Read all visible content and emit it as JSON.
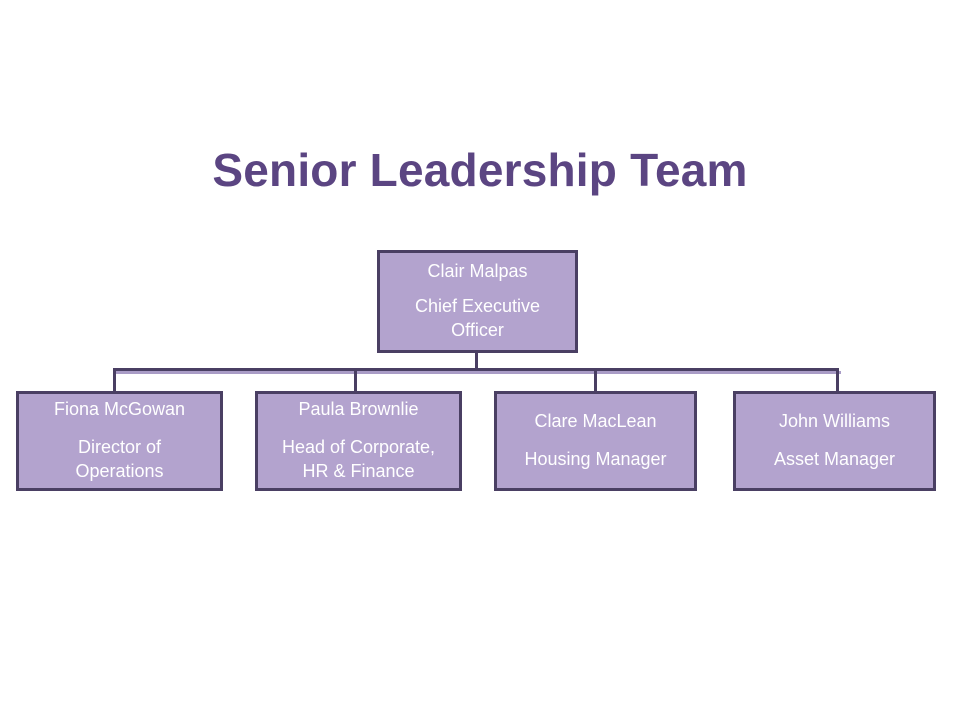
{
  "page": {
    "title": "Senior Leadership Team",
    "background_color": "#ffffff",
    "title_color": "#5b4582",
    "node_fill_color": "#b3a3ce",
    "node_border_color": "#4a3f63",
    "node_text_color": "#ffffff",
    "connector_color": "#4a3f63"
  },
  "chart_data": {
    "type": "org-chart",
    "title": "Senior Leadership Team",
    "root": {
      "name": "Clair Malpas",
      "role_lines": [
        "Chief Executive",
        "Officer"
      ],
      "role": "Chief Executive Officer"
    },
    "children": [
      {
        "name": "Fiona McGowan",
        "role_lines": [
          "Director of",
          "Operations"
        ],
        "role": "Director of Operations"
      },
      {
        "name": "Paula Brownlie",
        "role_lines": [
          "Head of Corporate,",
          "HR & Finance"
        ],
        "role": "Head of Corporate, HR & Finance"
      },
      {
        "name": "Clare MacLean",
        "role_lines": [
          "Housing Manager"
        ],
        "role": "Housing Manager"
      },
      {
        "name": "John Williams",
        "role_lines": [
          "Asset Manager"
        ],
        "role": "Asset Manager"
      }
    ]
  }
}
